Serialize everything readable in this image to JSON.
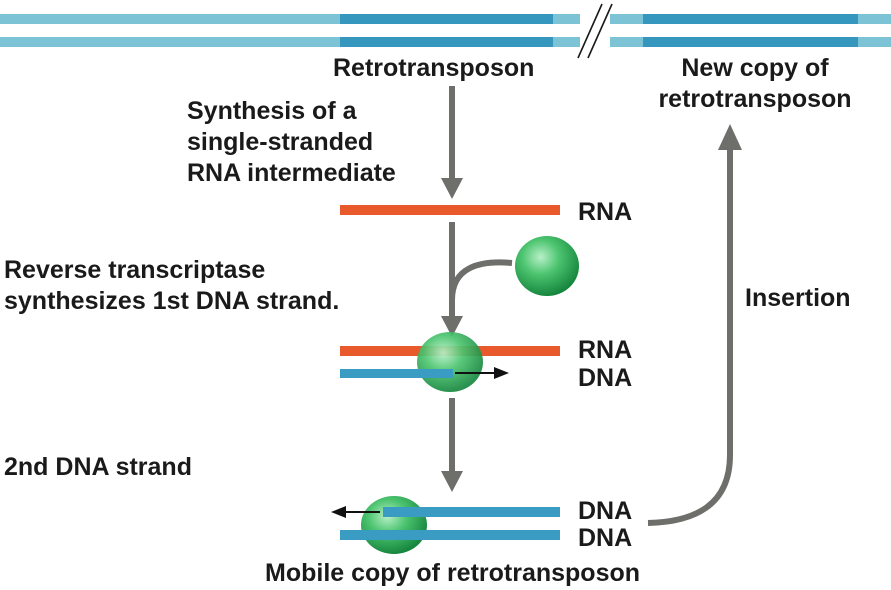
{
  "labels": {
    "retrotransposon": "Retrotransposon",
    "new_copy_line1": "New copy of",
    "new_copy_line2": "retrotransposon",
    "synthesis_line1": "Synthesis of a",
    "synthesis_line2": "single-stranded",
    "synthesis_line3": "RNA intermediate",
    "rna_1": "RNA",
    "rt_line1": "Reverse transcriptase",
    "rt_line2": "synthesizes 1st DNA strand.",
    "insertion": "Insertion",
    "rna_2": "RNA",
    "dna_1": "DNA",
    "second_strand": "2nd DNA strand",
    "dna_2": "DNA",
    "dna_3": "DNA",
    "mobile_copy": "Mobile copy of retrotransposon"
  },
  "colors": {
    "host_dna_light": "#7cc3d6",
    "transposon_dna": "#3597bd",
    "dna_strand": "#3a9cc3",
    "rna_strand": "#e85a2c",
    "process_arrow": "#6e6e6b",
    "enzyme_light": "#8fe0a8",
    "enzyme_dark": "#1f9a4a",
    "text": "#1a1a1a"
  },
  "icons": {
    "enzyme": "reverse-transcriptase-sphere-icon",
    "synthesis_direction": "black-arrow-icon",
    "strand_break": "double-slash-break-icon"
  }
}
